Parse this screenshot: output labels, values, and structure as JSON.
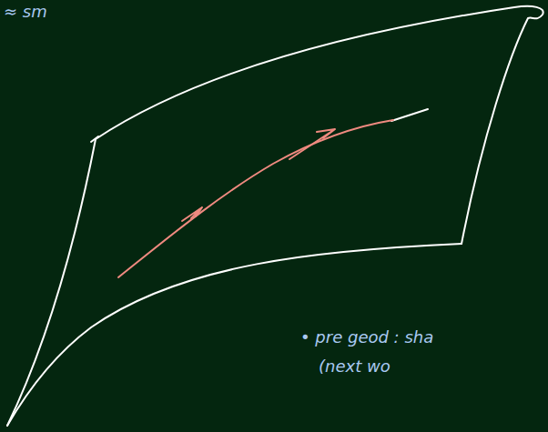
{
  "diagram": {
    "labels": [
      "≈ sm",
      "• pre geod : sha",
      "(next wo"
    ]
  }
}
